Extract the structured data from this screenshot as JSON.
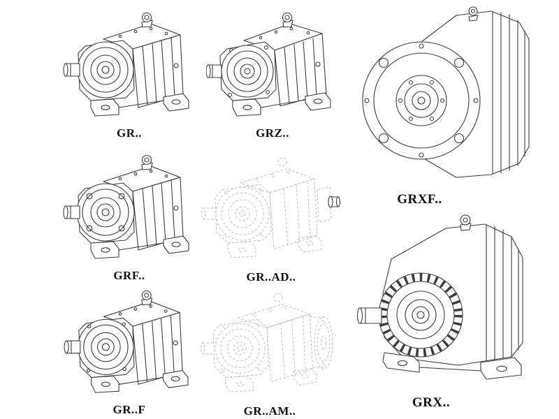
{
  "page": {
    "background": "#ffffff",
    "line_color": "#3c3c3c",
    "ghost_line_color": "#bfbfbf"
  },
  "products": [
    {
      "label": "GR..",
      "rendering": "solid"
    },
    {
      "label": "GRZ..",
      "rendering": "solid"
    },
    {
      "label": "GRXF..",
      "rendering": "solid"
    },
    {
      "label": "GRF..",
      "rendering": "solid"
    },
    {
      "label": "GR..AD..",
      "rendering": "ghost-dashed"
    },
    {
      "label": "GR..F",
      "rendering": "solid"
    },
    {
      "label": "GR..AM..",
      "rendering": "ghost-dashed"
    },
    {
      "label": "GRX..",
      "rendering": "solid"
    }
  ]
}
